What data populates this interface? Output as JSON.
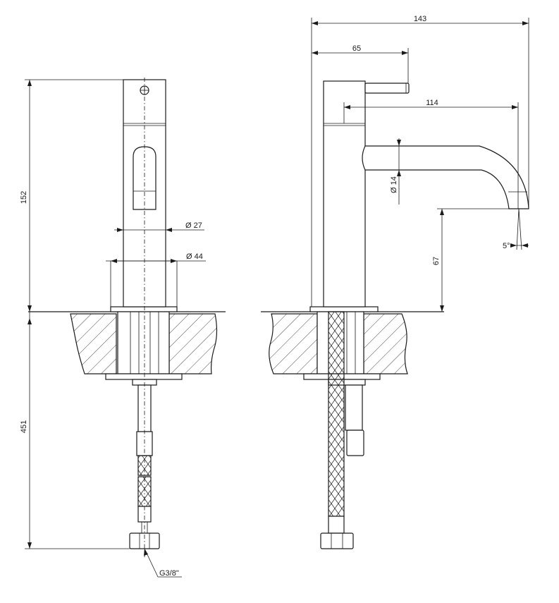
{
  "dimensions": {
    "total_height": "152",
    "under_counter_length": "451",
    "body_diameter": "Ø 27",
    "base_diameter": "Ø 44",
    "connection_thread": "G3/8\"",
    "total_depth": "143",
    "lever_reach": "65",
    "spout_reach": "114",
    "spout_diameter": "Ø 14",
    "spout_height": "67",
    "outlet_angle": "5°"
  }
}
